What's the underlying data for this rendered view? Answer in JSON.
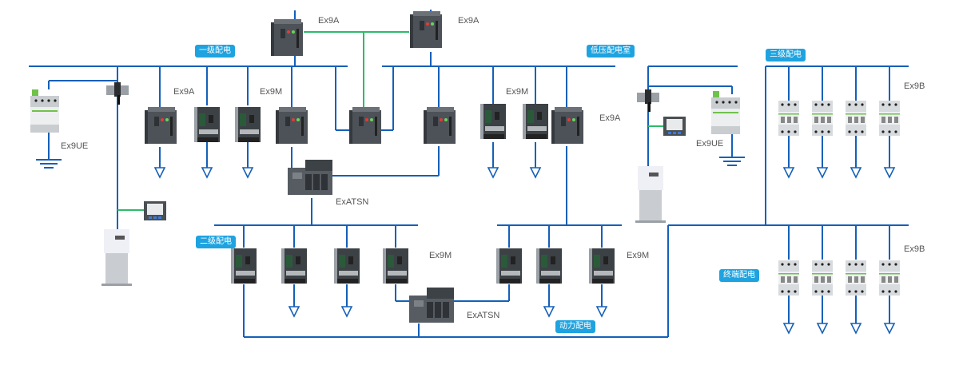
{
  "diagram": {
    "title": "Low-voltage power distribution system diagram",
    "colors": {
      "bus": "#1560b8",
      "control": "#2dbb6a",
      "badge": "#1ea3e0"
    },
    "badges": {
      "level1": "一级配电",
      "room": "低压配电室",
      "level2": "二级配电",
      "level3": "三级配电",
      "power": "动力配电",
      "terminal": "终端配电"
    },
    "labels": {
      "acb_top_left": "Ex9A",
      "acb_top_right": "Ex9A",
      "acb_left_branch": "Ex9A",
      "mccb_left_branch": "Ex9M",
      "spd_left": "Ex9UE",
      "ats_upper": "ExATSN",
      "mccb_right_branch": "Ex9M",
      "acb_right_branch": "Ex9A",
      "spd_right": "Ex9UE",
      "mcb_level3": "Ex9B",
      "mccb_level2_left": "Ex9M",
      "ats_lower": "ExATSN",
      "mccb_level2_right": "Ex9M",
      "mcb_terminal": "Ex9B"
    },
    "devices": {
      "acb": "air-circuit-breaker",
      "mccb": "moulded-case-circuit-breaker",
      "mcb": "miniature-circuit-breaker",
      "ats": "automatic-transfer-switch",
      "spd": "surge-protective-device",
      "capacitor": "power-capacitor",
      "meter": "power-meter",
      "isolator": "isolating-switch"
    }
  }
}
